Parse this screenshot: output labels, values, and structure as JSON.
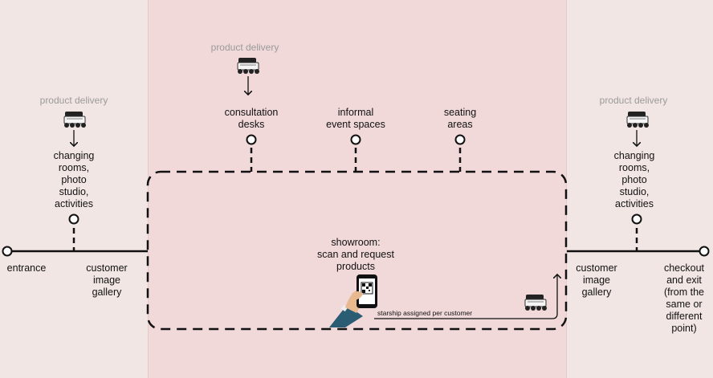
{
  "labels": {
    "delivery_left": "product delivery",
    "delivery_mid": "product delivery",
    "delivery_right": "product delivery",
    "changing_left": "changing\nrooms,\nphoto\nstudio,\nactivities",
    "changing_right": "changing\nrooms,\nphoto\nstudio,\nactivities",
    "entrance": "entrance",
    "gallery_left": "customer\nimage\ngallery",
    "gallery_right": "customer\nimage\ngallery",
    "consultation": "consultation\ndesks",
    "informal": "informal\nevent spaces",
    "seating": "seating\nareas",
    "showroom": "showroom:\nscan and request\nproducts",
    "starship": "starship assigned  per customer",
    "checkout": "checkout\nand exit\n(from the\nsame or\ndifferent\npoint)"
  },
  "colors": {
    "side_bg": "#f2e6e4",
    "mid_bg": "#f1d9da",
    "line": "#111111",
    "gray_text": "#9a9a9a"
  }
}
